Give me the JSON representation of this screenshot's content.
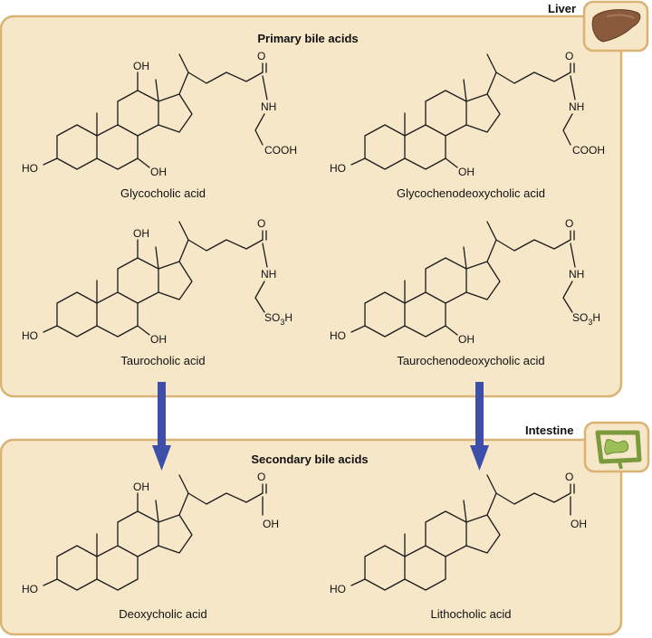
{
  "organs": {
    "liver": "Liver",
    "intestine": "Intestine"
  },
  "sections": {
    "primary": "Primary bile acids",
    "secondary": "Secondary bile acids"
  },
  "atoms": {
    "oh": "OH",
    "ho": "HO",
    "o": "O",
    "nh": "NH",
    "cooh": "COOH",
    "so3h_a": "SO",
    "so3h_sub": "3",
    "so3h_b": "H"
  },
  "molecules": [
    {
      "name": "Glycocholic acid",
      "oh12": true,
      "oh7": true,
      "side": "glycine"
    },
    {
      "name": "Glycochenodeoxycholic acid",
      "oh12": false,
      "oh7": true,
      "side": "glycine"
    },
    {
      "name": "Taurocholic acid",
      "oh12": true,
      "oh7": true,
      "side": "taurine"
    },
    {
      "name": "Taurochenodeoxycholic acid",
      "oh12": false,
      "oh7": true,
      "side": "taurine"
    },
    {
      "name": "Deoxycholic acid",
      "oh12": true,
      "oh7": false,
      "side": "acid"
    },
    {
      "name": "Lithocholic acid",
      "oh12": false,
      "oh7": false,
      "side": "acid"
    }
  ],
  "colors": {
    "panel_fill": "#f7e7c9",
    "panel_border": "#d9b274",
    "arrow": "#3d4fa8",
    "liver": "#8a5a3c",
    "intestine": "#9bbf55"
  }
}
